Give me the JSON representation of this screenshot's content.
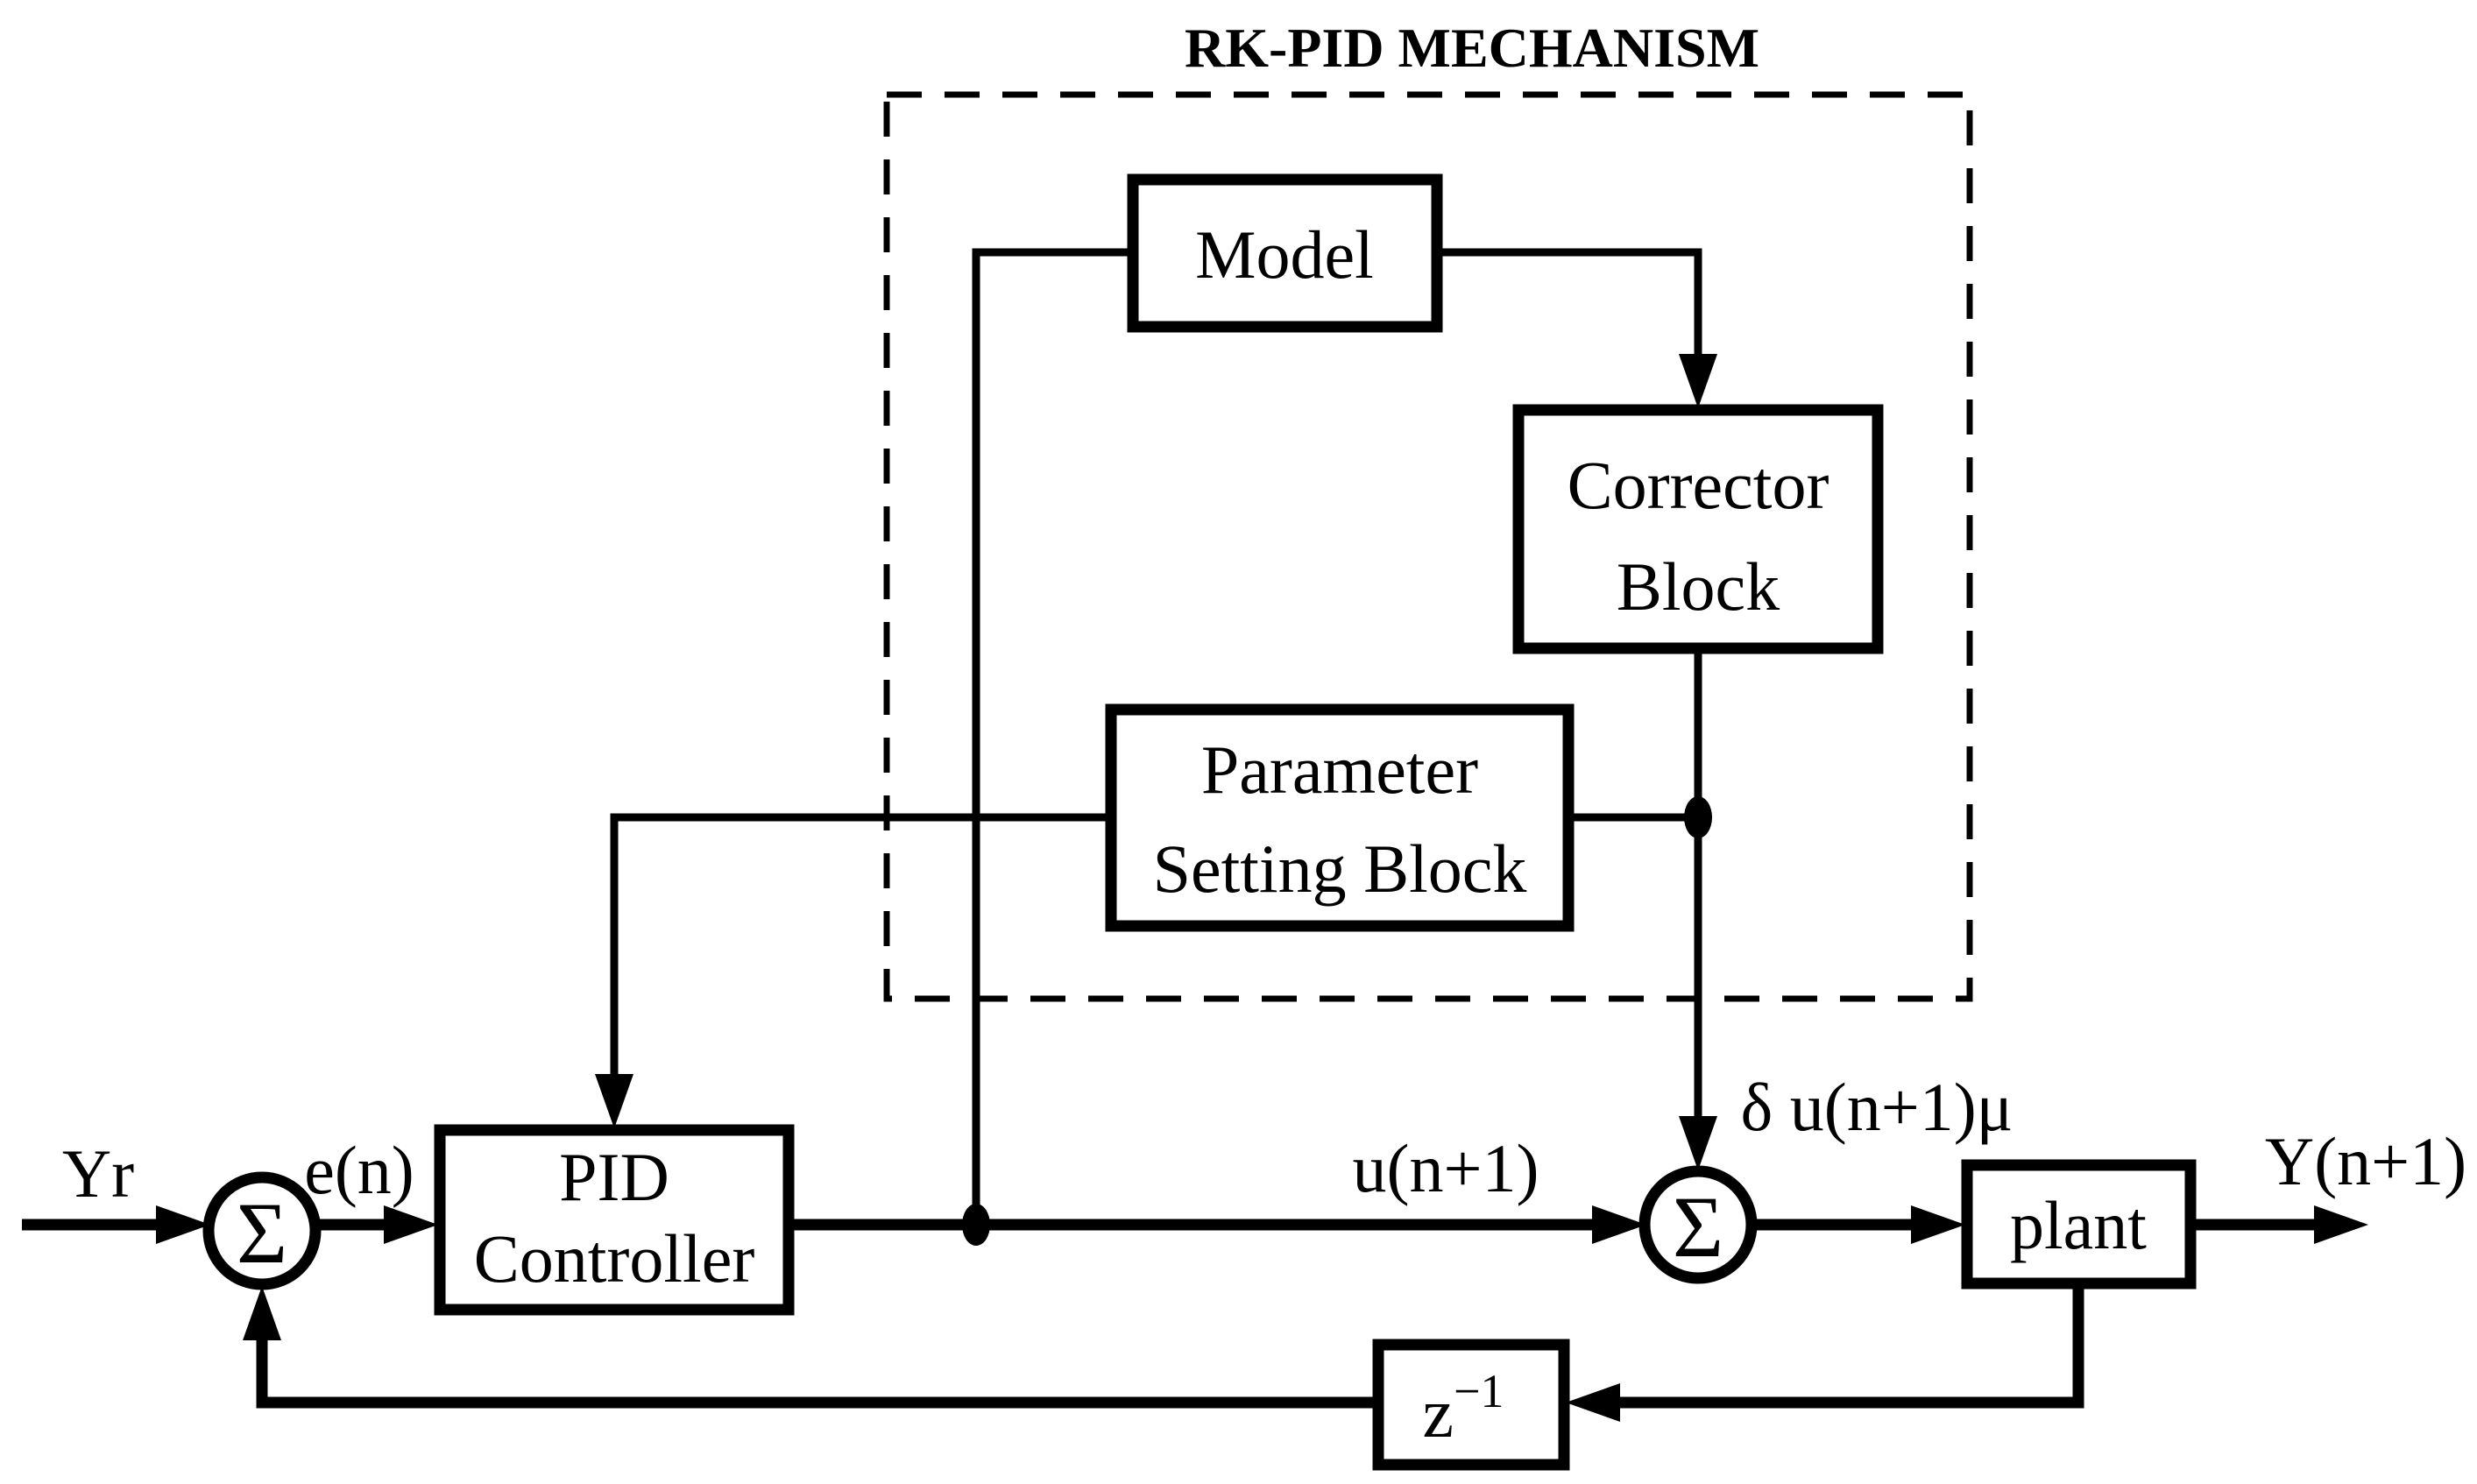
{
  "title": "RK-PID MECHANISM",
  "blocks": {
    "model": {
      "label": "Model"
    },
    "corrector": {
      "label_line1": "Corrector",
      "label_line2": "Block"
    },
    "parameter": {
      "label_line1": "Parameter",
      "label_line2": "Setting Block"
    },
    "pid": {
      "label_line1": "PID",
      "label_line2": "Controller"
    },
    "plant": {
      "label": "plant"
    },
    "delay": {
      "base": "z",
      "sup": "−1"
    }
  },
  "summing_junctions": {
    "sum1": "Σ",
    "sum2": "Σ"
  },
  "signals": {
    "input": "Yr",
    "error": "e(n)",
    "control": "u(n+1)",
    "correction": "δ u(n+1)μ",
    "output": "Y(n+1)"
  },
  "colors": {
    "line": "#000000",
    "background": "#ffffff"
  }
}
